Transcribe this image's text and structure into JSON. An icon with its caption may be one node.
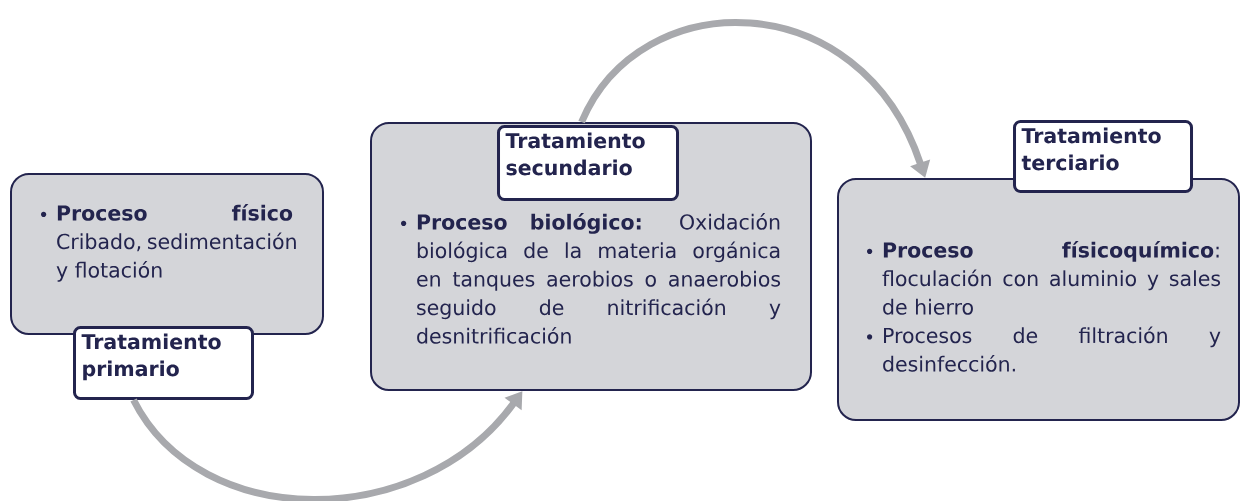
{
  "diagram": {
    "nodes": [
      {
        "text": [
          "**Proceso físico** Cribado, sedimentación y flotación"
        ]
      },
      {
        "text": [
          "Tratamiento primario"
        ]
      },
      {
        "text": [
          "**Proceso biológico:** Oxidación biológica de la materia orgánica en tanques aerobios o anaerobios seguido de nitrificación y desnitrificación"
        ]
      },
      {
        "text": [
          "Tratamiento secundario"
        ],
        "in": 2
      },
      {
        "text": [
          "**Proceso físicoquímico**: floculación con aluminio y sales de hierro",
          "Procesos de filtración y desinfección."
        ]
      },
      {
        "text": [
          "Tratamiento terciario"
        ]
      }
    ],
    "edges": [
      {
        "from": 1,
        "to": 2,
        "arrow": "to"
      },
      {
        "from": 2,
        "to": 4,
        "arrow": "to"
      }
    ]
  }
}
